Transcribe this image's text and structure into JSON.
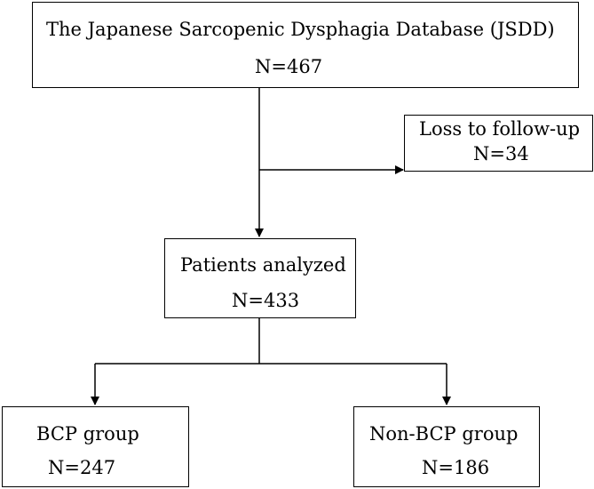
{
  "diagram": {
    "nodes": {
      "database": {
        "title": "The Japanese Sarcopenic Dysphagia Database (JSDD)",
        "count": "N=467"
      },
      "loss": {
        "title": "Loss to follow-up",
        "count": "N=34"
      },
      "analyzed": {
        "title": "Patients analyzed",
        "count": "N=433"
      },
      "bcp": {
        "title": "BCP group",
        "count": "N=247"
      },
      "nonbcp": {
        "title": "Non-BCP group",
        "count": "N=186"
      }
    },
    "edges": [
      {
        "from": "database",
        "to": "analyzed"
      },
      {
        "from": "database",
        "to": "loss"
      },
      {
        "from": "analyzed",
        "to": "bcp"
      },
      {
        "from": "analyzed",
        "to": "nonbcp"
      }
    ]
  }
}
